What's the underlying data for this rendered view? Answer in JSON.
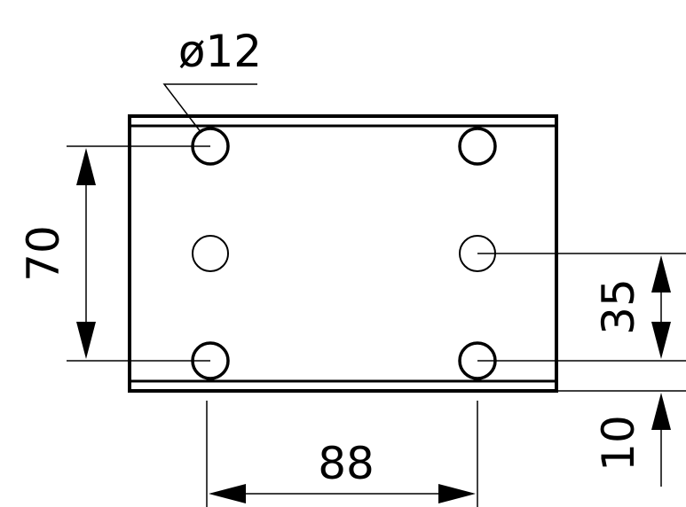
{
  "dimensions": {
    "hole_diameter": "ø12",
    "vertical_spacing": "70",
    "horizontal_spacing": "88",
    "half_spacing": "35",
    "edge_offset": "10"
  },
  "colors": {
    "line": "#000000",
    "background": "#ffffff"
  }
}
